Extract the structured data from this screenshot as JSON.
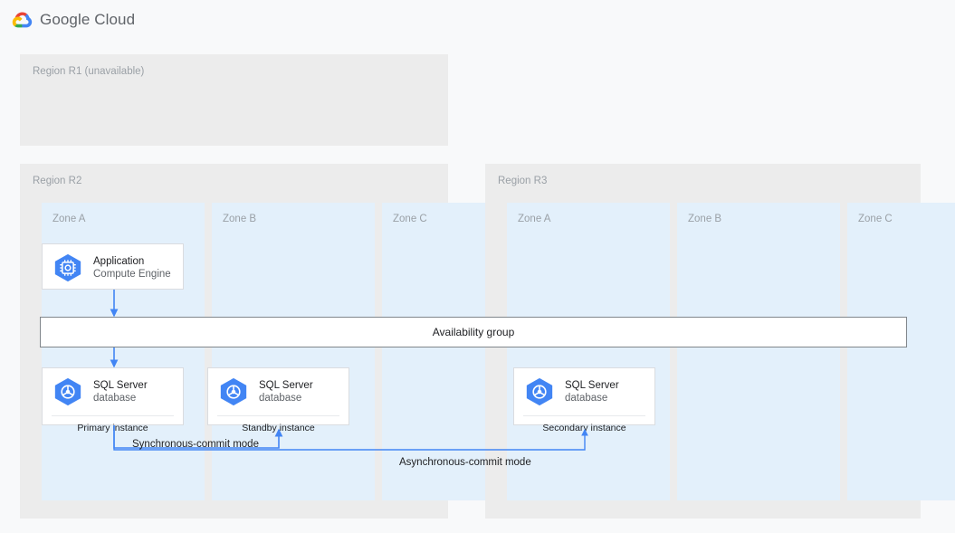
{
  "header": {
    "logo_icon": "google-cloud-logo",
    "title": "Google Cloud",
    "colors": {
      "red": "#ea4335",
      "yellow": "#fbbc04",
      "green": "#34a853",
      "blue": "#4285f4",
      "text": "#5f6368"
    }
  },
  "regions": [
    {
      "id": "r1",
      "label": "Region R1 (unavailable)",
      "unavailable": true,
      "zones": []
    },
    {
      "id": "r2",
      "label": "Region R2",
      "unavailable": false,
      "zones": [
        {
          "label": "Zone A"
        },
        {
          "label": "Zone B"
        },
        {
          "label": "Zone C"
        }
      ]
    },
    {
      "id": "r3",
      "label": "Region R3",
      "unavailable": false,
      "zones": [
        {
          "label": "Zone A"
        },
        {
          "label": "Zone B"
        },
        {
          "label": "Zone C"
        }
      ]
    }
  ],
  "cards": {
    "application": {
      "icon": "compute-engine-icon",
      "title": "Application",
      "subtitle": "Compute Engine"
    },
    "primary": {
      "icon": "sql-server-database-icon",
      "title": "SQL Server",
      "subtitle": "database",
      "footer": "Primary instance"
    },
    "standby": {
      "icon": "sql-server-database-icon",
      "title": "SQL Server",
      "subtitle": "database",
      "footer": "Standby instance"
    },
    "secondary": {
      "icon": "sql-server-database-icon",
      "title": "SQL Server",
      "subtitle": "database",
      "footer": "Secondary instance"
    }
  },
  "availability_group": {
    "label": "Availability group"
  },
  "connections": [
    {
      "id": "sync",
      "label": "Synchronous-commit mode",
      "from": "Primary instance",
      "to": "Standby instance",
      "color": "#4285f4"
    },
    {
      "id": "async",
      "label": "Asynchronous-commit mode",
      "from": "Primary instance",
      "to": "Secondary instance",
      "color": "#4285f4"
    }
  ],
  "palette": {
    "background": "#f8f9fa",
    "region_fill": "#ececec",
    "zone_fill": "#e3f0fb",
    "card_border": "#dadce0",
    "muted_text": "#9aa0a6",
    "arrow_blue": "#4285f4",
    "hex_blue": "#4285f4"
  }
}
